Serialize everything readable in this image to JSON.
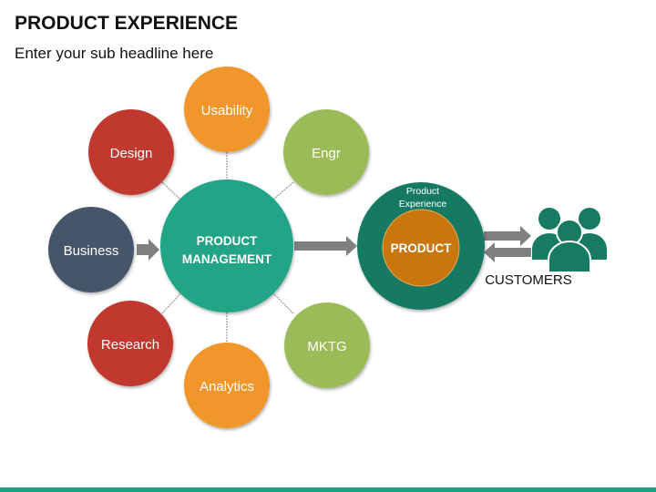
{
  "header": {
    "title": "PRODUCT EXPERIENCE",
    "subtitle": "Enter your sub headline here"
  },
  "nodes": {
    "usability": "Usability",
    "design": "Design",
    "engr": "Engr",
    "business": "Business",
    "research": "Research",
    "analytics": "Analytics",
    "mktg": "MKTG",
    "pm_line1": "PRODUCT",
    "pm_line2": "MANAGEMENT",
    "px_line1": "Product",
    "px_line2": "Experience",
    "product": "PRODUCT",
    "customers": "CUSTOMERS"
  },
  "colors": {
    "red": "#c0392f",
    "orange": "#f0962a",
    "green": "#9bbb59",
    "navy": "#44546a",
    "teal": "#21a486",
    "darkteal": "#177a62",
    "amber": "#c7770e",
    "arrow": "#808080"
  }
}
